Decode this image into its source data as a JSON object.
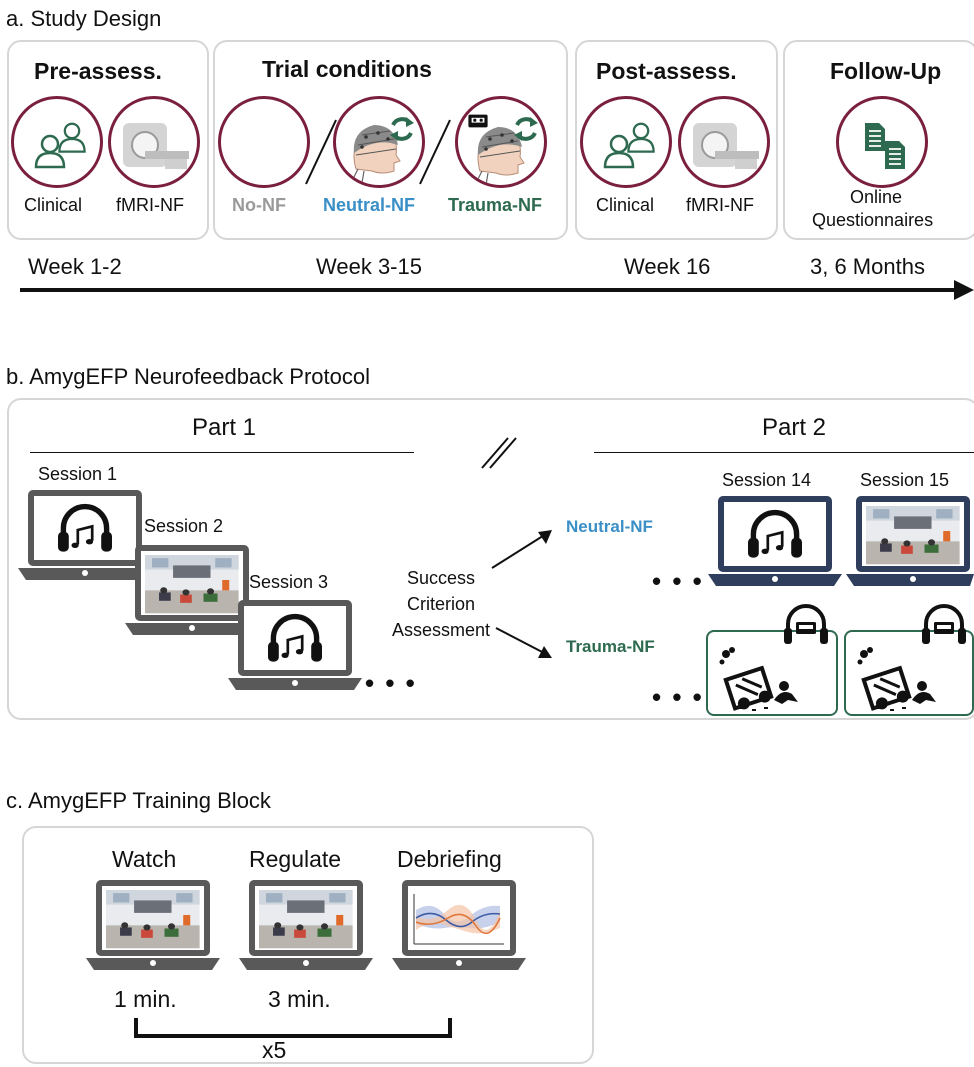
{
  "colors": {
    "maroon": "#7a1f3d",
    "green": "#2d6a4f",
    "blue": "#3a8fc7",
    "gray": "#9a9a9a",
    "laptop": "#595959",
    "navy": "#2f3e5c"
  },
  "a": {
    "title": "a. Study Design",
    "pre": {
      "header": "Pre-assess.",
      "label1": "Clinical",
      "label2": "fMRI-NF",
      "week": "Week 1-2"
    },
    "trial": {
      "header": "Trial  conditions",
      "label_no": "No-NF",
      "label_neutral": "Neutral-NF",
      "label_trauma": "Trauma-NF",
      "week": "Week 3-15"
    },
    "post": {
      "header": "Post-assess.",
      "label1": "Clinical",
      "label2": "fMRI-NF",
      "week": "Week 16"
    },
    "follow": {
      "header": "Follow-Up",
      "label_line1": "Online",
      "label_line2": "Questionnaires",
      "week": "3, 6 Months"
    }
  },
  "b": {
    "title": "b. AmygEFP Neurofeedback Protocol",
    "part1": "Part 1",
    "part2": "Part 2",
    "session1": "Session 1",
    "session2": "Session 2",
    "session3": "Session 3",
    "session14": "Session 14",
    "session15": "Session 15",
    "criterion_line1": "Success",
    "criterion_line2": "Criterion",
    "criterion_line3": "Assessment",
    "neutral": "Neutral-NF",
    "trauma": "Trauma-NF",
    "ellipsis": "• • •"
  },
  "c": {
    "title": "c. AmygEFP Training Block",
    "watch": "Watch",
    "regulate": "Regulate",
    "debriefing": "Debriefing",
    "watch_dur": "1 min.",
    "regulate_dur": "3 min.",
    "repeat": "x5"
  }
}
